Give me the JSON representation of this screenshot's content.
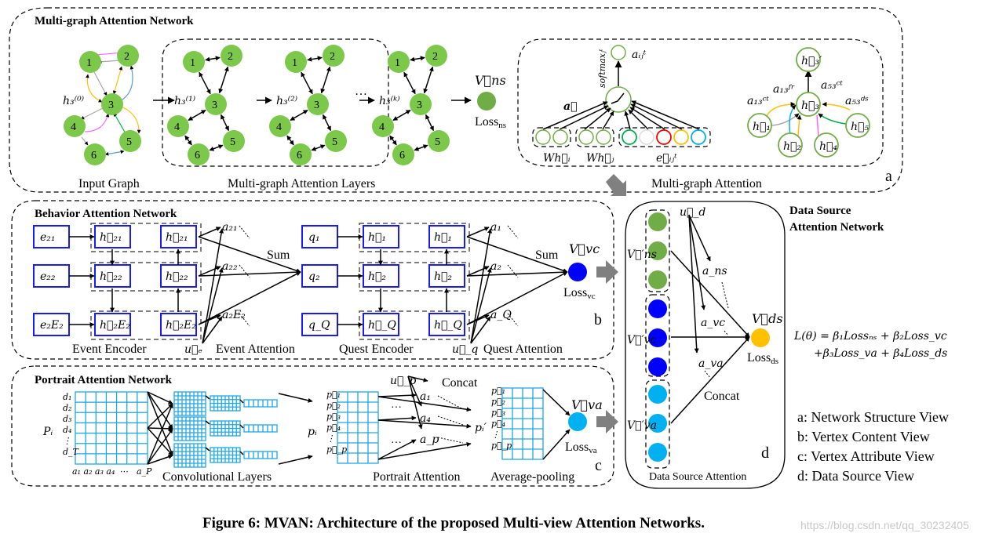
{
  "caption": "Figure 6: MVAN: Architecture of the proposed Multi-view Attention Networks.",
  "watermark": "https://blog.csdn.net/qq_30232405",
  "colors": {
    "node_green": "#7cc84a",
    "loss_ns": "#70ad47",
    "loss_vc": "#0000ff",
    "loss_va": "#00b0f0",
    "loss_ds": "#ffc000",
    "encoder_box": "#1a1aff",
    "grid": "#1ea7e6",
    "arrow_gray": "#808080"
  },
  "section_a": {
    "title": "Multi-graph Attention Network",
    "tag": "a",
    "input_graph": {
      "label": "Input Graph",
      "h_label": "h₃⁽⁰⁾",
      "nodes": [
        "1",
        "2",
        "3",
        "4",
        "5",
        "6"
      ],
      "edge_colors": [
        "#ff66ff",
        "#a6a6a6",
        "#ffc000",
        "#5b9bd5",
        "#00b050"
      ]
    },
    "layers": {
      "label": "Multi-graph Attention Layers",
      "h_labels": [
        "h₃⁽¹⁾",
        "h₃⁽²⁾",
        "h₃⁽ᵏ⁾"
      ],
      "ellipsis": "…"
    },
    "output": {
      "vector": "V⃗ns",
      "loss": "Loss",
      "loss_sub": "ns"
    },
    "mga": {
      "label": "Multi-graph Attention",
      "a_vec": "a⃗",
      "softmax": "softmaxⱼᵗ",
      "a_ij": "aᵢⱼᵗ",
      "wh_i": "Wh⃗ᵢ",
      "wh_j": "Wh⃗ⱼ",
      "e_ij": "e⃗ᵢⱼᵗ",
      "edge_feature_colors": [
        "#00b050",
        "#e0e0e0",
        "#ff0000",
        "#ffc000",
        "#00b0f0"
      ],
      "nodes": [
        "h⃗₁",
        "h⃗₂",
        "h⃗₃",
        "h⃗₄",
        "h⃗₅",
        "h⃗₃′"
      ],
      "weights": [
        "a₁₃ᶜᵗ",
        "a₁₃ᶠʳ",
        "a₅₃ᶜᵗ",
        "a₅₃ᵈˢ"
      ]
    }
  },
  "section_b": {
    "title": "Behavior Attention Network",
    "tag": "b",
    "event_inputs": [
      "e₂₁",
      "e₂₂",
      "e₂E₂"
    ],
    "event_fwd": [
      "h⃗₂₁",
      "h⃗₂₂",
      "h⃗₂E₂"
    ],
    "event_bwd": [
      "h⃖₂₁",
      "h⃖₂₂",
      "h⃖₂E₂"
    ],
    "event_weights": [
      "a₂₁",
      "a₂₂",
      "a₂E₂"
    ],
    "event_query": "u⃗ₑ",
    "event_encoder_label": "Event Encoder",
    "event_attention_label": "Event Attention",
    "quest_inputs": [
      "q₁",
      "q₂",
      "q_Q"
    ],
    "quest_fwd": [
      "h⃗₁",
      "h⃗₂",
      "h⃗_Q"
    ],
    "quest_bwd": [
      "h⃖₁",
      "h⃖₂",
      "h⃖_Q"
    ],
    "quest_weights": [
      "a₁",
      "a₂",
      "a_Q"
    ],
    "quest_query": "u⃗_q",
    "quest_encoder_label": "Quest Encoder",
    "quest_attention_label": "Quest Attention",
    "sum_label": "Sum",
    "output": {
      "vector": "V⃗vc",
      "loss": "Loss",
      "loss_sub": "vc"
    }
  },
  "section_c": {
    "title": "Portrait Attention Network",
    "tag": "c",
    "input": "Pᵢ",
    "rows": [
      "d₁",
      "d₂",
      "d₃",
      "d₄",
      "⋮",
      "d_T"
    ],
    "cols": [
      "a₁ a₂ a₃ a₄",
      "⋯",
      "a_P"
    ],
    "conv_label": "Convolutional Layers",
    "p_i": "pᵢ",
    "p_rows": [
      "p⃗₁",
      "p⃗₂",
      "p⃗₃",
      "p⃗₄",
      "⋮",
      "p⃗_p"
    ],
    "query": "u⃗_p",
    "weights": [
      "a₁",
      "a₄",
      "a_p"
    ],
    "concat_label": "Concat",
    "p_prime": "pᵢ′",
    "portrait_attention_label": "Portrait Attention",
    "avg_pool_label": "Average-pooling",
    "output": {
      "vector": "V⃗va",
      "loss": "Loss",
      "loss_sub": "va"
    }
  },
  "section_d": {
    "title_line1": "Data Source",
    "title_line2": "Attention Network",
    "tag": "d",
    "inputs": [
      "V⃗′ns",
      "V⃗′vc",
      "V⃗′va"
    ],
    "query": "u⃗_d",
    "weights": [
      "a_ns",
      "a_vc",
      "a_va"
    ],
    "concat_label": "Concat",
    "bottom_label": "Data Source Attention",
    "output": {
      "vector": "V⃗ds",
      "loss": "Loss",
      "loss_sub": "ds"
    }
  },
  "formula": {
    "line1": "L(θ) =  β₁Lossₙₛ + β₂Loss_vc",
    "line2": "+β₃Loss_va + β₄Loss_ds"
  },
  "legend": [
    "a: Network Structure View",
    "b: Vertex Content View",
    "c: Vertex Attribute View",
    "d: Data Source View"
  ]
}
